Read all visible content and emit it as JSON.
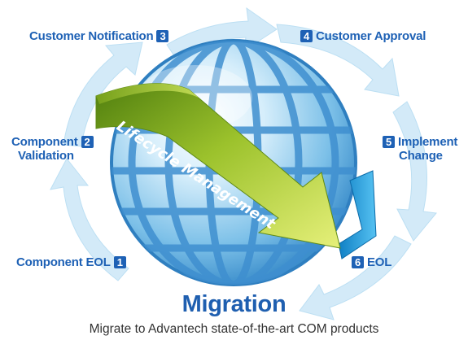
{
  "colors": {
    "label_blue": "#1e61b5",
    "arrow_ring": "#cfe7f7",
    "globe_light": "#e7f4fc",
    "globe_mid": "#a9d8f1",
    "globe_dark": "#4e9fd6",
    "banner_dark": "#5e8c12",
    "banner_light": "#d9eb5a",
    "accent_blue": "#2fa4e0"
  },
  "banner": {
    "text": "Lifecycle Management"
  },
  "steps": [
    {
      "number": "1",
      "label": "Component EOL"
    },
    {
      "number": "2",
      "label_line1": "Component",
      "label_line2": "Validation"
    },
    {
      "number": "3",
      "label": "Customer Notification"
    },
    {
      "number": "4",
      "label": "Customer Approval"
    },
    {
      "number": "5",
      "label_line1": "Implement",
      "label_line2": "Change"
    },
    {
      "number": "6",
      "label": "EOL"
    }
  ],
  "title": "Migration",
  "subtitle": "Migrate to Advantech state-of-the-art COM products"
}
